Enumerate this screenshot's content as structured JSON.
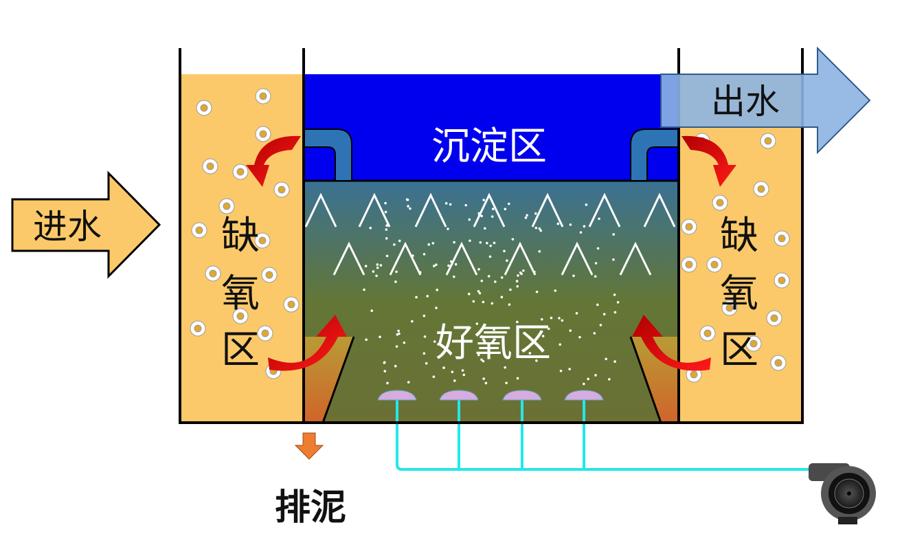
{
  "labels": {
    "inflow": "进水",
    "outflow": "出水",
    "settling_zone": "沉淀区",
    "aerobic_zone": "好氧区",
    "anoxic_left": [
      "缺",
      "氧",
      "区"
    ],
    "anoxic_right": [
      "缺",
      "氧",
      "区"
    ],
    "sludge_discharge": "排泥"
  },
  "colors": {
    "anoxic": "#fcc96a",
    "settling": "#0000ee",
    "aerobic_top": "#3a7294",
    "aerobic_bottom": "#6b7035",
    "air_pipe": "#22e8e8",
    "flow_arrow": "#e30000",
    "sludge_arrow": "#ed7d31"
  }
}
